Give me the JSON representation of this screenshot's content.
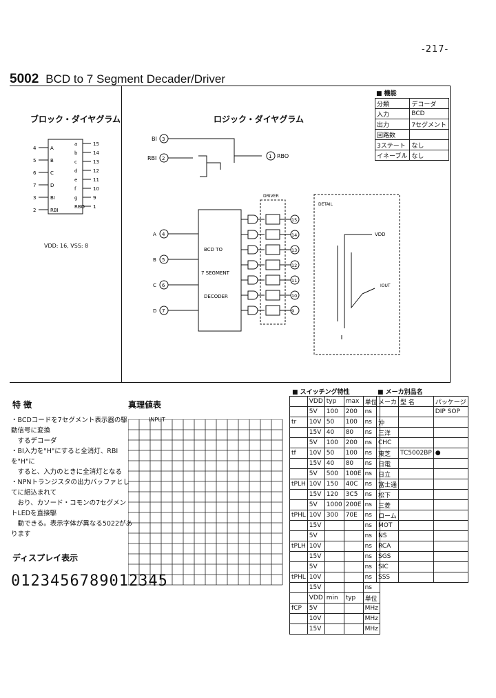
{
  "page_number": "-217-",
  "title": {
    "part": "5002",
    "text": "BCD to 7 Segment Decader/Driver"
  },
  "block_diagram": {
    "heading": "ブロック・ダイヤグラム",
    "inputs": [
      {
        "pin": "4",
        "label": "A"
      },
      {
        "pin": "5",
        "label": "B"
      },
      {
        "pin": "6",
        "label": "C"
      },
      {
        "pin": "7",
        "label": "D"
      },
      {
        "pin": "3",
        "label": "BI"
      },
      {
        "pin": "2",
        "label": "RBI"
      }
    ],
    "outputs": [
      {
        "pin": "15",
        "label": "a"
      },
      {
        "pin": "14",
        "label": "b"
      },
      {
        "pin": "13",
        "label": "c"
      },
      {
        "pin": "12",
        "label": "d"
      },
      {
        "pin": "11",
        "label": "e"
      },
      {
        "pin": "10",
        "label": "f"
      },
      {
        "pin": "9",
        "label": "g"
      },
      {
        "pin": "1",
        "label": "RBO"
      }
    ],
    "power": "VDD: 16, VSS: 8"
  },
  "logic_diagram": {
    "heading": "ロジック・ダイヤグラム",
    "decoder_label": [
      "BCD  TO",
      "7  SEGMENT",
      "DECODER"
    ],
    "driver_label": "DRIVER",
    "detail_label": "DETAIL",
    "vdd": "VDD",
    "iout": "IOUT",
    "inputs": [
      {
        "pin": "4",
        "name": "A"
      },
      {
        "pin": "5",
        "name": "B"
      },
      {
        "pin": "6",
        "name": "C"
      },
      {
        "pin": "7",
        "name": "D"
      }
    ],
    "bi": {
      "name": "BI",
      "pin": "3"
    },
    "rbi": {
      "name": "RBI",
      "pin": "2"
    },
    "rbo": {
      "name": "RBO",
      "pin": "1"
    },
    "out_pins": [
      "15",
      "14",
      "13",
      "12",
      "11",
      "10",
      "9"
    ]
  },
  "function_table": {
    "heading": "■ 機能",
    "rows": [
      [
        "分類",
        "デコーダ"
      ],
      [
        "入力",
        "BCD"
      ],
      [
        "出力",
        "7セグメント"
      ],
      [
        "回路数",
        ""
      ],
      [
        "3ステート",
        "なし"
      ],
      [
        "イネーブル",
        "なし"
      ]
    ]
  },
  "features": {
    "heading": "特 徴",
    "items": [
      "・BCDコードを7セグメント表示器の駆動信号に変換",
      "　するデコーダ",
      "・BI入力を\"H\"にすると全消灯、RBIを\"H\"に",
      "　すると、入力のときに全消灯となる",
      "・NPNトランジスタの出力バッファとしてに組込まれて",
      "　おり、カソード・コモンの7セグメントLEDを直接駆",
      "　動できる。表示字体が異なる5022があります"
    ]
  },
  "truth_table": {
    "heading": "真理値表",
    "header": "INPUT"
  },
  "display": {
    "heading": "ディスプレイ表示",
    "digits": "0123456789012345"
  },
  "switching": {
    "heading": "■ スイッチング特性",
    "columns": [
      "VDD",
      "typ",
      "max",
      "単位"
    ],
    "groups": [
      {
        "name": "tr",
        "rows": [
          [
            "5V",
            "100",
            "200",
            "ns"
          ],
          [
            "10V",
            "50",
            "100",
            "ns"
          ],
          [
            "15V",
            "40",
            "80",
            "ns"
          ]
        ]
      },
      {
        "name": "tf",
        "rows": [
          [
            "5V",
            "100",
            "200",
            "ns"
          ],
          [
            "10V",
            "50",
            "100",
            "ns"
          ],
          [
            "15V",
            "40",
            "80",
            "ns"
          ]
        ]
      },
      {
        "name": "tPLH",
        "rows": [
          [
            "5V",
            "500",
            "100E",
            "ns"
          ],
          [
            "10V",
            "150",
            "40C",
            "ns"
          ],
          [
            "15V",
            "120",
            "3C5",
            "ns"
          ]
        ]
      },
      {
        "name": "tPHL",
        "rows": [
          [
            "5V",
            "1000",
            "200E",
            "ns"
          ],
          [
            "10V",
            "300",
            "70E",
            "ns"
          ],
          [
            "15V",
            "",
            "",
            "ns"
          ]
        ]
      },
      {
        "name": "tPLH",
        "rows": [
          [
            "5V",
            "",
            "",
            "ns"
          ],
          [
            "10V",
            "",
            "",
            "ns"
          ],
          [
            "15V",
            "",
            "",
            "ns"
          ]
        ]
      },
      {
        "name": "tPHL",
        "rows": [
          [
            "5V",
            "",
            "",
            "ns"
          ],
          [
            "10V",
            "",
            "",
            "ns"
          ],
          [
            "15V",
            "",
            "",
            "ns"
          ]
        ]
      }
    ],
    "fcp": {
      "name": "fCP",
      "columns": [
        "VDD",
        "min",
        "typ",
        "単位"
      ],
      "rows": [
        [
          "5V",
          "",
          "",
          "MHz"
        ],
        [
          "10V",
          "",
          "",
          "MHz"
        ],
        [
          "15V",
          "",
          "",
          "MHz"
        ]
      ]
    }
  },
  "makers": {
    "heading": "■ メーカ別品名",
    "columns": [
      "メーカ",
      "型 名",
      "パッケージ",
      "DIP",
      "SOP"
    ],
    "rows": [
      [
        "沖",
        "",
        ""
      ],
      [
        "三洋",
        "",
        ""
      ],
      [
        "CHC",
        "",
        ""
      ],
      [
        "東芝",
        "TC5002BP",
        "●"
      ],
      [
        "日電",
        "",
        ""
      ],
      [
        "日立",
        "",
        ""
      ],
      [
        "富士通",
        "",
        ""
      ],
      [
        "松下",
        "",
        ""
      ],
      [
        "三菱",
        "",
        ""
      ],
      [
        "ローム",
        "",
        ""
      ],
      [
        "MOT",
        "",
        ""
      ],
      [
        "NS",
        "",
        ""
      ],
      [
        "RCA",
        "",
        ""
      ],
      [
        "SGS",
        "",
        ""
      ],
      [
        "SIC",
        "",
        ""
      ],
      [
        "SSS",
        "",
        ""
      ]
    ]
  }
}
